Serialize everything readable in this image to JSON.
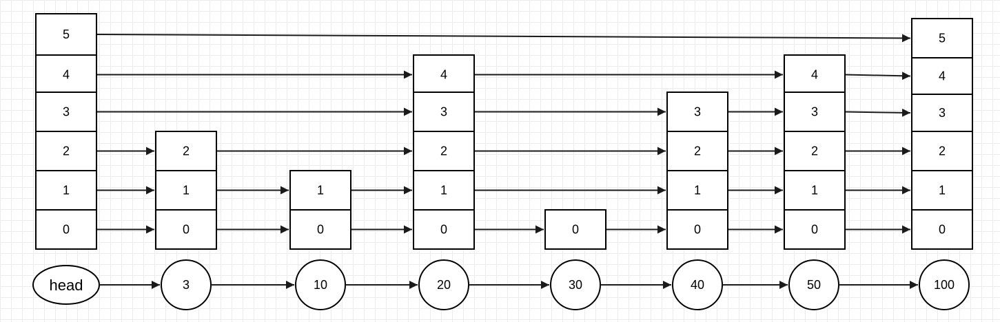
{
  "diagram": {
    "columns": [
      {
        "levels": [
          "5",
          "4",
          "3",
          "2",
          "1",
          "0"
        ],
        "node_label": "head"
      },
      {
        "levels": [
          "2",
          "1",
          "0"
        ],
        "node_label": "3"
      },
      {
        "levels": [
          "1",
          "0"
        ],
        "node_label": "10"
      },
      {
        "levels": [
          "4",
          "3",
          "2",
          "1",
          "0"
        ],
        "node_label": "20"
      },
      {
        "levels": [
          "0"
        ],
        "node_label": "30"
      },
      {
        "levels": [
          "3",
          "2",
          "1",
          "0"
        ],
        "node_label": "40"
      },
      {
        "levels": [
          "4",
          "3",
          "2",
          "1",
          "0"
        ],
        "node_label": "50"
      },
      {
        "levels": [
          "5",
          "4",
          "3",
          "2",
          "1",
          "0"
        ],
        "node_label": "100"
      }
    ],
    "pointer_links": [
      {
        "level": 5,
        "from": 0,
        "to": 7
      },
      {
        "level": 4,
        "from": 0,
        "to": 3
      },
      {
        "level": 4,
        "from": 3,
        "to": 6
      },
      {
        "level": 4,
        "from": 6,
        "to": 7
      },
      {
        "level": 3,
        "from": 0,
        "to": 3
      },
      {
        "level": 3,
        "from": 3,
        "to": 5
      },
      {
        "level": 3,
        "from": 5,
        "to": 6
      },
      {
        "level": 3,
        "from": 6,
        "to": 7
      },
      {
        "level": 2,
        "from": 0,
        "to": 1
      },
      {
        "level": 2,
        "from": 1,
        "to": 3
      },
      {
        "level": 2,
        "from": 3,
        "to": 5
      },
      {
        "level": 2,
        "from": 5,
        "to": 6
      },
      {
        "level": 2,
        "from": 6,
        "to": 7
      },
      {
        "level": 1,
        "from": 0,
        "to": 1
      },
      {
        "level": 1,
        "from": 1,
        "to": 2
      },
      {
        "level": 1,
        "from": 2,
        "to": 3
      },
      {
        "level": 1,
        "from": 3,
        "to": 5
      },
      {
        "level": 1,
        "from": 5,
        "to": 6
      },
      {
        "level": 1,
        "from": 6,
        "to": 7
      },
      {
        "level": 0,
        "from": 0,
        "to": 1
      },
      {
        "level": 0,
        "from": 1,
        "to": 2
      },
      {
        "level": 0,
        "from": 2,
        "to": 3
      },
      {
        "level": 0,
        "from": 3,
        "to": 4
      },
      {
        "level": 0,
        "from": 4,
        "to": 5
      },
      {
        "level": 0,
        "from": 5,
        "to": 6
      },
      {
        "level": 0,
        "from": 6,
        "to": 7
      }
    ],
    "node_links": [
      {
        "from": 0,
        "to": 1
      },
      {
        "from": 1,
        "to": 2
      },
      {
        "from": 2,
        "to": 3
      },
      {
        "from": 3,
        "to": 4
      },
      {
        "from": 4,
        "to": 5
      },
      {
        "from": 5,
        "to": 6
      },
      {
        "from": 6,
        "to": 7
      }
    ]
  }
}
